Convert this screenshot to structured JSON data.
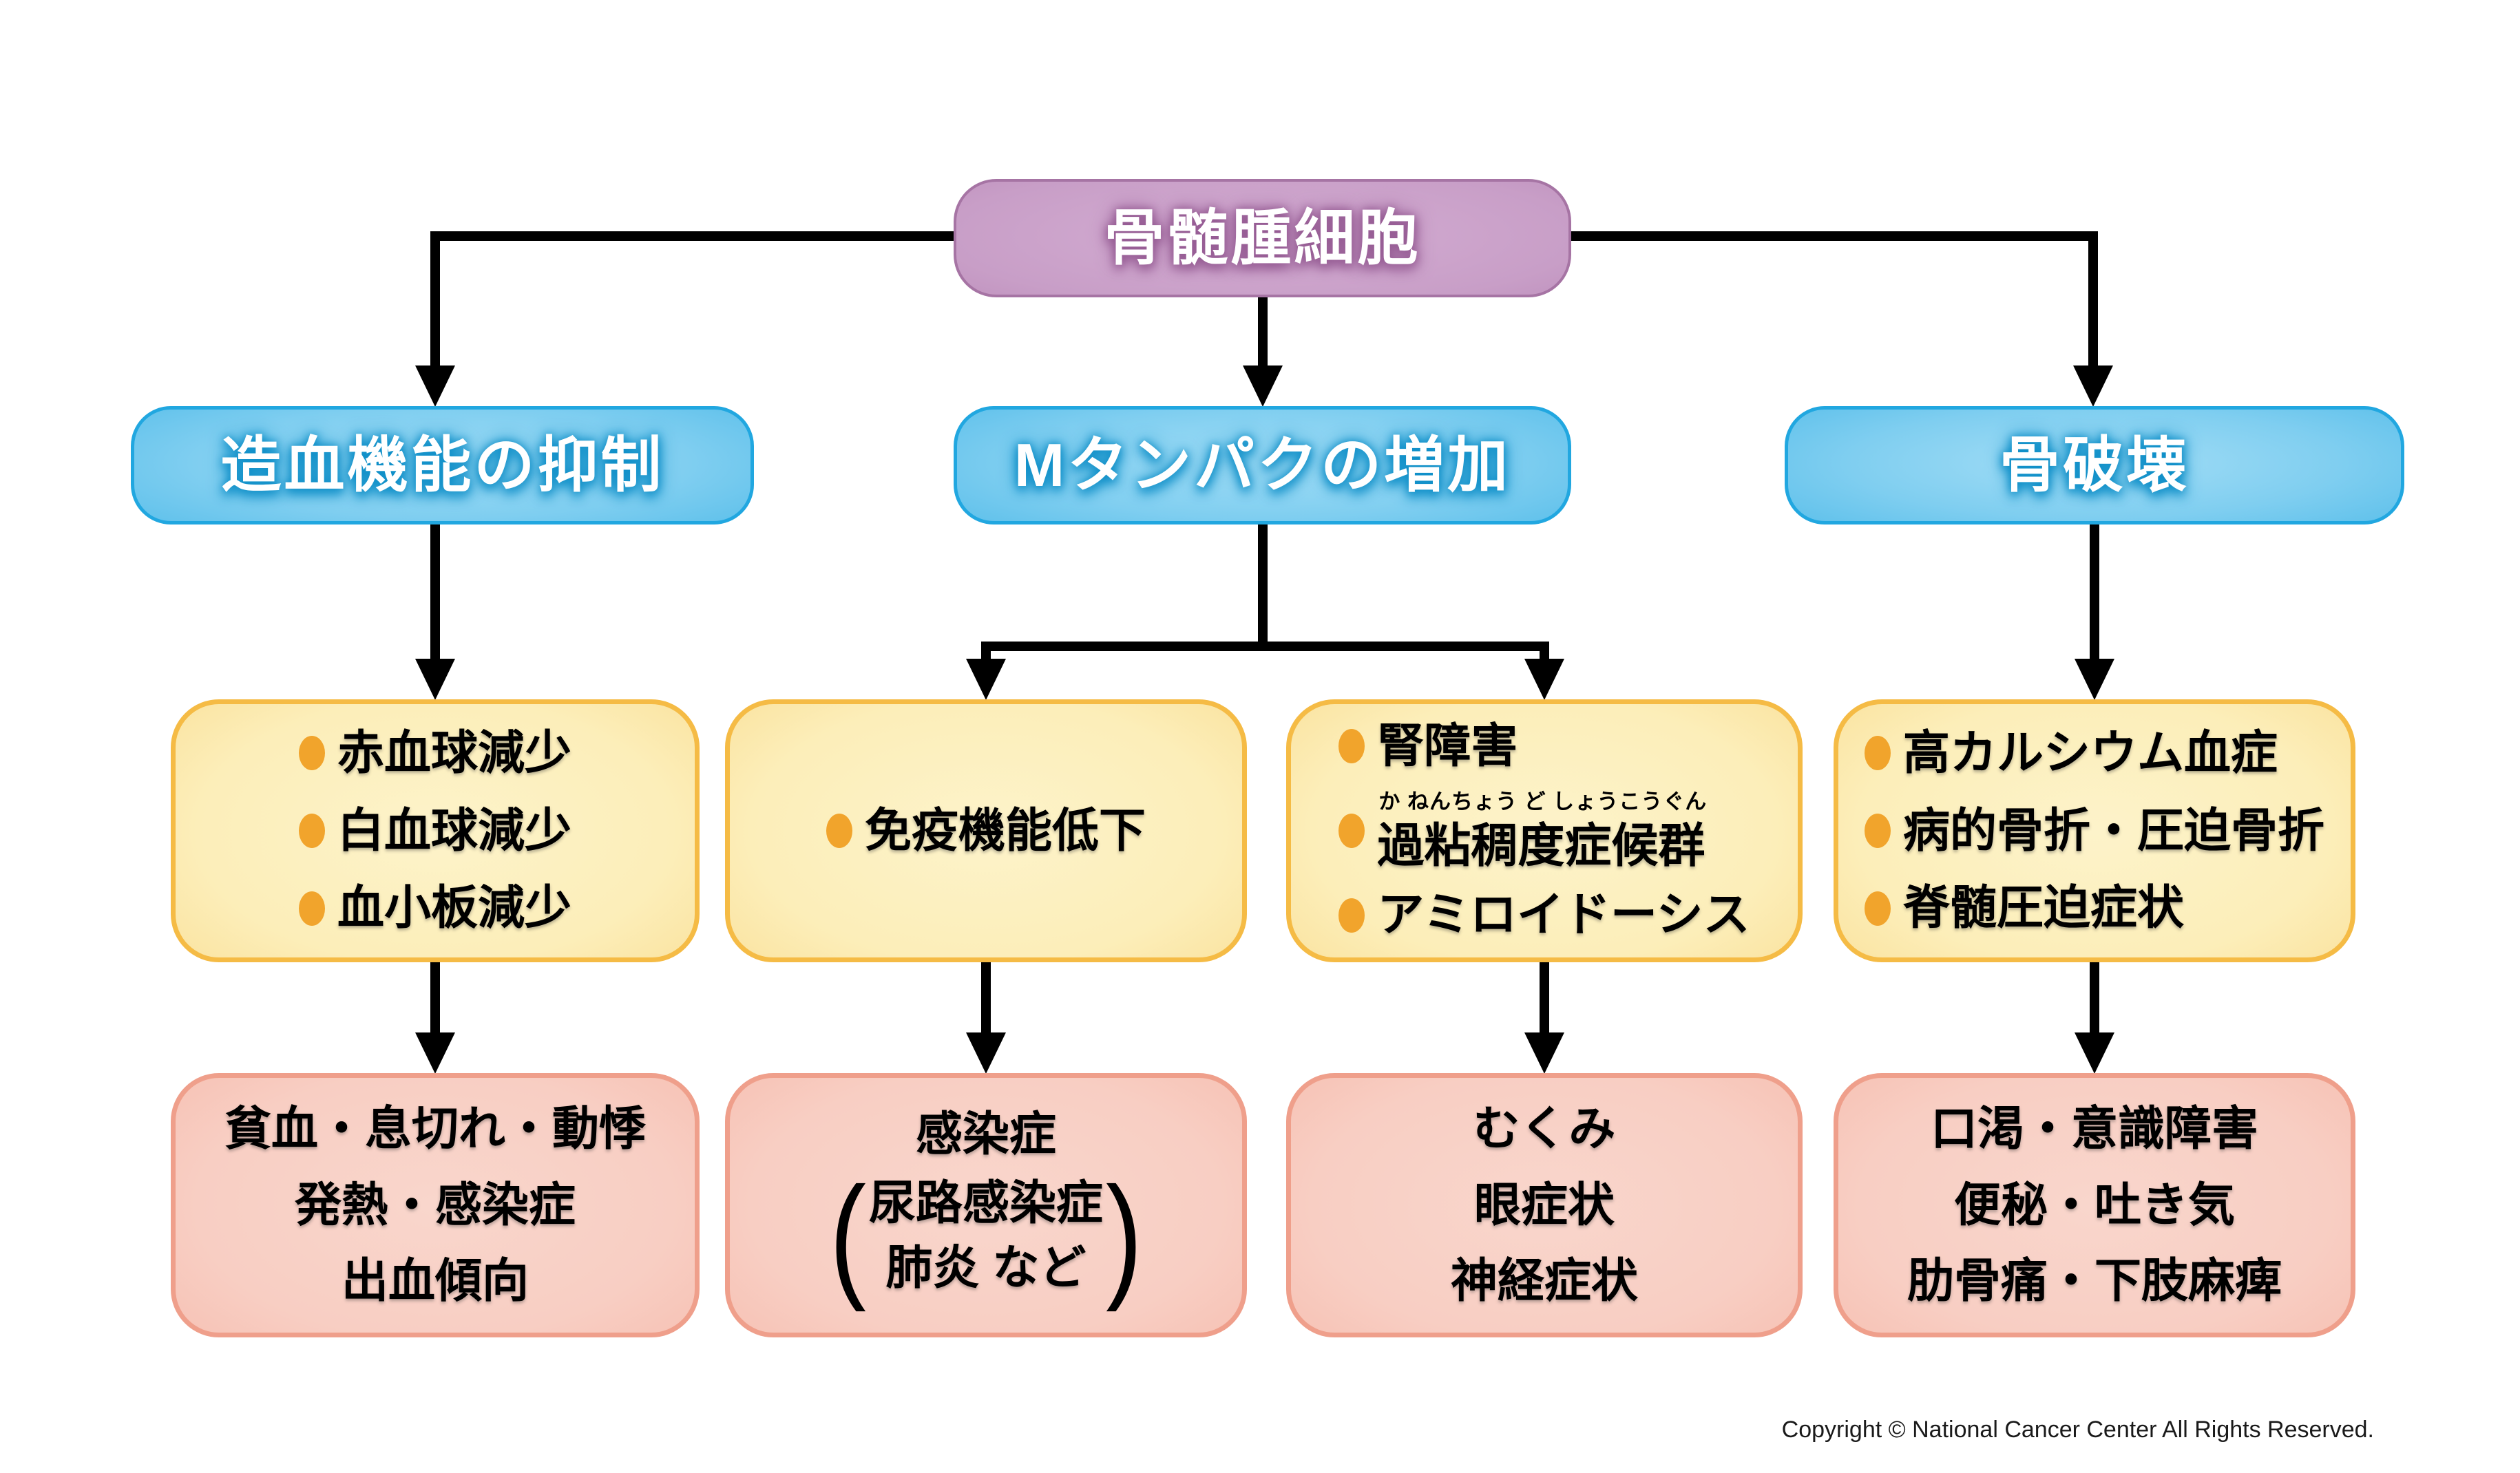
{
  "root": {
    "label": "骨髄腫細胞"
  },
  "causes": [
    {
      "label": "造血機能の抑制"
    },
    {
      "label": "Mタンパクの増加"
    },
    {
      "label": "骨破壊"
    }
  ],
  "mechanisms": [
    {
      "items": [
        {
          "text": "赤血球減少"
        },
        {
          "text": "白血球減少"
        },
        {
          "text": "血小板減少"
        }
      ]
    },
    {
      "items": [
        {
          "text": "免疫機能低下"
        }
      ]
    },
    {
      "items": [
        {
          "text": "腎障害"
        },
        {
          "text": "過粘稠度症候群",
          "furigana": "か ねんちょう ど しょうこうぐん"
        },
        {
          "text": "アミロイドーシス"
        }
      ]
    },
    {
      "items": [
        {
          "text": "高カルシウム血症"
        },
        {
          "text": "病的骨折・圧迫骨折"
        },
        {
          "text": "脊髄圧迫症状"
        }
      ]
    }
  ],
  "symptoms": [
    {
      "lines": [
        "貧血・息切れ・動悸",
        "発熱・感染症",
        "出血傾向"
      ]
    },
    {
      "heading": "感染症",
      "paren_open": "(",
      "paren_close": ")",
      "paren_lines": [
        "尿路感染症",
        "肺炎 など"
      ]
    },
    {
      "lines": [
        "むくみ",
        "眼症状",
        "神経症状"
      ]
    },
    {
      "lines": [
        "口渇・意識障害",
        "便秘・吐き気",
        "肋骨痛・下肢麻痺"
      ]
    }
  ],
  "footer": {
    "copyright": "Copyright © National Cancer Center All Rights Reserved."
  },
  "colors": {
    "purple_edge": "#ab77a9",
    "purple_center": "#d4aed3",
    "blue_edge": "#25a9e1",
    "blue_center": "#a5def6",
    "yellow_edge": "#f5bb45",
    "yellow_center": "#fdf3ca",
    "pink_edge": "#ef9f8b",
    "pink_center": "#f9d6cc",
    "bullet": "#f1a42c",
    "connector": "#000000"
  }
}
